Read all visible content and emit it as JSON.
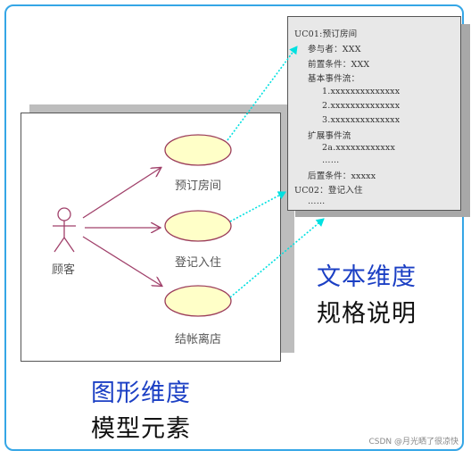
{
  "diagram": {
    "actor": "顾客",
    "use_cases": [
      "预订房间",
      "登记入住",
      "结帐离店"
    ],
    "ellipse_fill": "#ffffc8",
    "ellipse_stroke": "#9b3c5a",
    "association_color": "#a0406a",
    "connector_color": "#00e0e0"
  },
  "document": {
    "lines": [
      "UC01:预订房间",
      "参与者：XXX",
      "前置条件：XXX",
      "基本事件流：",
      "1.xxxxxxxxxxxxxx",
      "2.xxxxxxxxxxxxxx",
      "3.xxxxxxxxxxxxxx",
      "扩展事件流",
      "2a.xxxxxxxxxxxx",
      "……",
      "后置条件：xxxxx",
      "UC02：登记入住",
      "……"
    ]
  },
  "captions": {
    "graphic_title": "图形维度",
    "graphic_subtitle": "模型元素",
    "text_title": "文本维度",
    "text_subtitle": "规格说明"
  },
  "watermark": "CSDN @月光晒了很凉快"
}
